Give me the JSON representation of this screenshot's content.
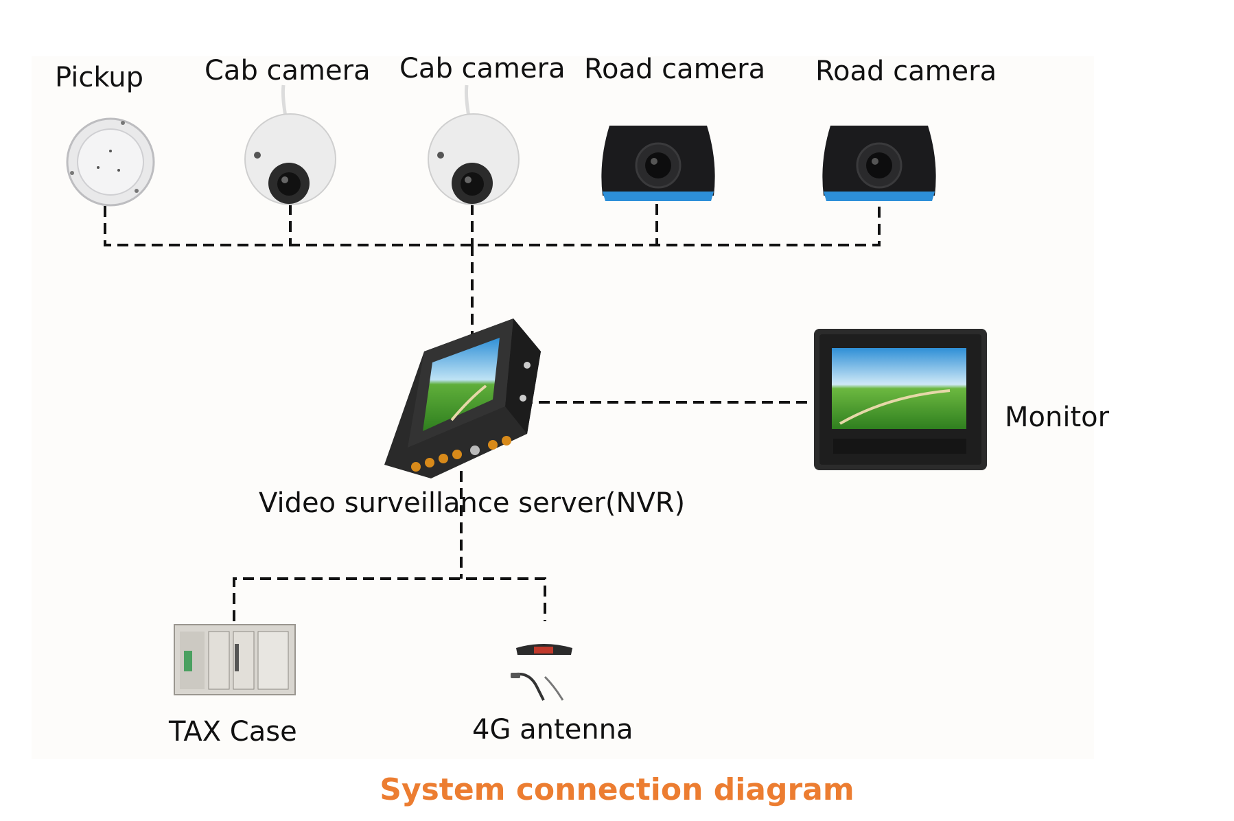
{
  "devices": {
    "pickup": "Pickup",
    "cab_camera_1": "Cab camera",
    "cab_camera_2": "Cab camera",
    "road_camera_1": "Road camera",
    "road_camera_2": "Road camera",
    "nvr": "Video surveillance server(NVR)",
    "monitor": "Monitor",
    "tax_case": "TAX Case",
    "antenna": "4G antenna"
  },
  "caption": "System connection diagram",
  "colors": {
    "caption": "#ec7d31",
    "lines": "#111111"
  }
}
